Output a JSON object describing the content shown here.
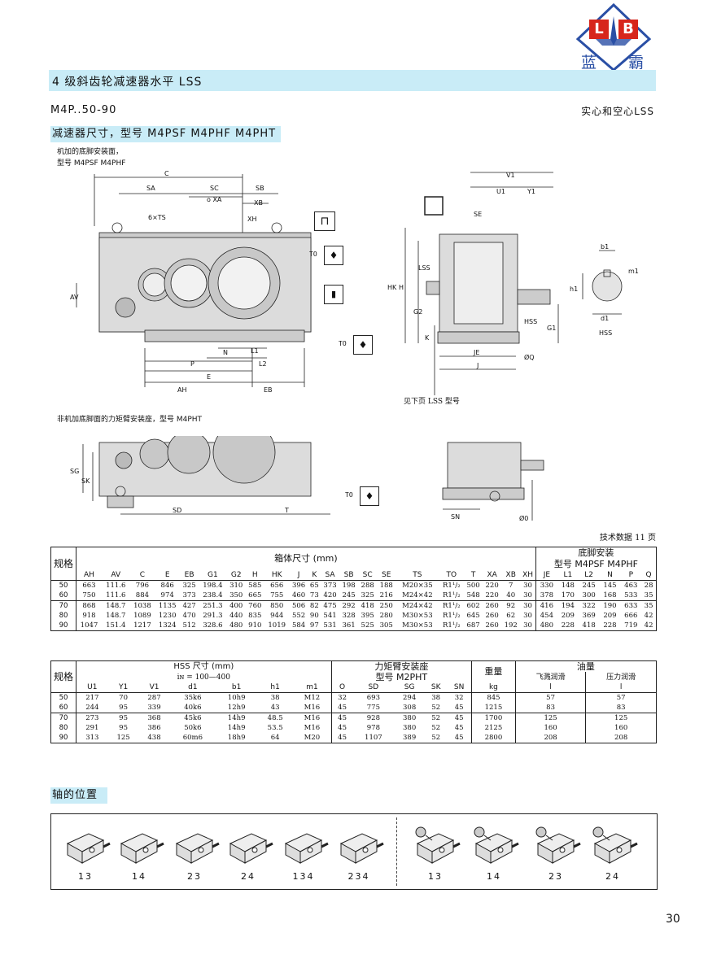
{
  "logo": {
    "letters": "L B",
    "name_1": "蓝",
    "name_2": "霸"
  },
  "title": "4 级斜齿轮减速器水平 LSS",
  "model_range": "M4P..50-90",
  "shaft_type": "实心和空心LSS",
  "section_title": "减速器尺寸，型号 M4PSF M4PHF M4PHT",
  "drawing1": {
    "caption_line1": "机加的底脚安装面，",
    "caption_line2": "型号 M4PSF   M4PHF",
    "labels": [
      "C",
      "SA",
      "SC",
      "SB",
      "o XA",
      "XB",
      "6×TS",
      "XH",
      "TO",
      "AV",
      "N",
      "L1",
      "P",
      "L2",
      "E",
      "AH",
      "EB",
      "V1",
      "U1",
      "Y1",
      "SE",
      "HK",
      "H",
      "LSS",
      "G2",
      "K",
      "HSS",
      "G1",
      "JE",
      "J",
      "ØQ",
      "b1",
      "m1",
      "h1",
      "d1",
      "HSS"
    ],
    "note": "见下页 LSS 型号"
  },
  "drawing2": {
    "caption": "非机加底脚面的力矩臂安装座，型号 M4PHT",
    "labels": [
      "SG",
      "SK",
      "SD",
      "T",
      "TO",
      "SN",
      "Ø0"
    ]
  },
  "tech_ref": "技术数据 11 页",
  "table1": {
    "group_label": "规格",
    "housing_label": "箱体尺寸 (mm)",
    "foot_label_1": "底脚安装",
    "foot_label_2": "型号 M4PSF M4PHF",
    "cols": [
      "AH",
      "AV",
      "C",
      "E",
      "EB",
      "G1",
      "G2",
      "H",
      "HK",
      "J",
      "K",
      "SA",
      "SB",
      "SC",
      "SE",
      "TS",
      "TO",
      "T",
      "XA",
      "XB",
      "XH",
      "JE",
      "L1",
      "L2",
      "N",
      "P",
      "Q"
    ],
    "rows": [
      [
        "50",
        "663",
        "111.6",
        "796",
        "846",
        "325",
        "198.4",
        "310",
        "585",
        "656",
        "396",
        "65",
        "373",
        "198",
        "288",
        "188",
        "M20×35",
        "R1¹/₂",
        "500",
        "220",
        "7",
        "30",
        "330",
        "148",
        "245",
        "145",
        "463",
        "28"
      ],
      [
        "60",
        "750",
        "111.6",
        "884",
        "974",
        "373",
        "238.4",
        "350",
        "665",
        "755",
        "460",
        "73",
        "420",
        "245",
        "325",
        "216",
        "M24×42",
        "R1¹/₂",
        "548",
        "220",
        "40",
        "30",
        "378",
        "170",
        "300",
        "168",
        "533",
        "35"
      ],
      [
        "70",
        "868",
        "148.7",
        "1038",
        "1135",
        "427",
        "251.3",
        "400",
        "760",
        "850",
        "506",
        "82",
        "475",
        "292",
        "418",
        "250",
        "M24×42",
        "R1¹/₂",
        "602",
        "260",
        "92",
        "30",
        "416",
        "194",
        "322",
        "190",
        "633",
        "35"
      ],
      [
        "80",
        "918",
        "148.7",
        "1089",
        "1230",
        "470",
        "291.3",
        "440",
        "835",
        "944",
        "552",
        "90",
        "541",
        "328",
        "395",
        "280",
        "M30×53",
        "R1¹/₂",
        "645",
        "260",
        "62",
        "30",
        "454",
        "209",
        "369",
        "209",
        "666",
        "42"
      ],
      [
        "90",
        "1047",
        "151.4",
        "1217",
        "1324",
        "512",
        "328.6",
        "480",
        "910",
        "1019",
        "584",
        "97",
        "531",
        "361",
        "525",
        "305",
        "M30×53",
        "R1¹/₂",
        "687",
        "260",
        "192",
        "30",
        "480",
        "228",
        "418",
        "228",
        "719",
        "42"
      ]
    ]
  },
  "table2": {
    "group_label": "规格",
    "hss_label": "HSS 尺寸 (mm)",
    "ratio_label": "iɴ = 100—400",
    "torque_label_1": "力矩臂安装座",
    "torque_label_2": "型号 M2PHT",
    "weight_label": "重量",
    "oil_label": "油量",
    "oil_splash": "飞溅润滑",
    "oil_pressure": "压力润滑",
    "cols": [
      "U1",
      "Y1",
      "V1",
      "d1",
      "b1",
      "h1",
      "m1",
      "O",
      "SD",
      "SG",
      "SK",
      "SN",
      "kg",
      "l",
      "l"
    ],
    "rows": [
      [
        "50",
        "217",
        "70",
        "287",
        "35k6",
        "10h9",
        "38",
        "M12",
        "32",
        "693",
        "294",
        "38",
        "32",
        "845",
        "57",
        "57"
      ],
      [
        "60",
        "244",
        "95",
        "339",
        "40k6",
        "12h9",
        "43",
        "M16",
        "45",
        "775",
        "308",
        "52",
        "45",
        "1215",
        "83",
        "83"
      ],
      [
        "70",
        "273",
        "95",
        "368",
        "45k6",
        "14h9",
        "48.5",
        "M16",
        "45",
        "928",
        "380",
        "52",
        "45",
        "1700",
        "125",
        "125"
      ],
      [
        "80",
        "291",
        "95",
        "386",
        "50k6",
        "14h9",
        "53.5",
        "M16",
        "45",
        "978",
        "380",
        "52",
        "45",
        "2125",
        "160",
        "160"
      ],
      [
        "90",
        "313",
        "125",
        "438",
        "60m6",
        "18h9",
        "64",
        "M20",
        "45",
        "1107",
        "389",
        "52",
        "45",
        "2800",
        "208",
        "208"
      ]
    ]
  },
  "shaft_section": "轴的位置",
  "shaft_positions": [
    "13",
    "14",
    "23",
    "24",
    "134",
    "234",
    "13",
    "14",
    "23",
    "24"
  ],
  "page_number": "30",
  "colors": {
    "accent": "#c9ecf7",
    "logo_red": "#d7261c",
    "logo_blue": "#2a4fa5"
  }
}
